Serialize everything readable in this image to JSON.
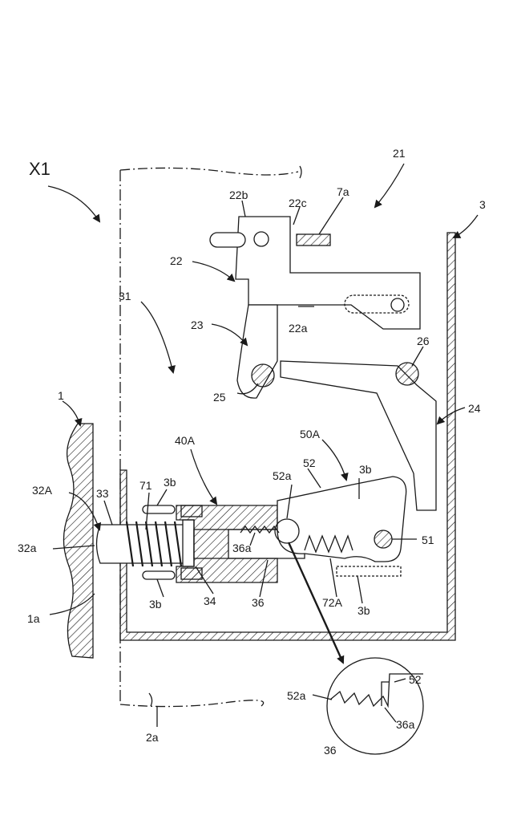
{
  "title": "X1",
  "colors": {
    "line": "#1a1a1a",
    "background": "#ffffff"
  },
  "labels": {
    "l21": "21",
    "l22b": "22b",
    "l22c": "22c",
    "l7a": "7a",
    "l3": "3",
    "l22": "22",
    "l31": "31",
    "l22a": "22a",
    "l23": "23",
    "l26": "26",
    "l25": "25",
    "l24": "24",
    "l1": "1",
    "l40A": "40A",
    "l50A": "50A",
    "l52": "52",
    "l52a": "52a",
    "l3b_tr": "3b",
    "l32A": "32A",
    "l33": "33",
    "l71": "71",
    "l3b_tl": "3b",
    "l51": "51",
    "l32a": "32a",
    "l36a": "36a",
    "l3b_bl": "3b",
    "l34": "34",
    "l36": "36",
    "l72A": "72A",
    "l3b_br": "3b",
    "l1a": "1a",
    "d52a": "52a",
    "d52": "52",
    "d36a": "36a",
    "d36": "36",
    "l2a": "2a"
  }
}
